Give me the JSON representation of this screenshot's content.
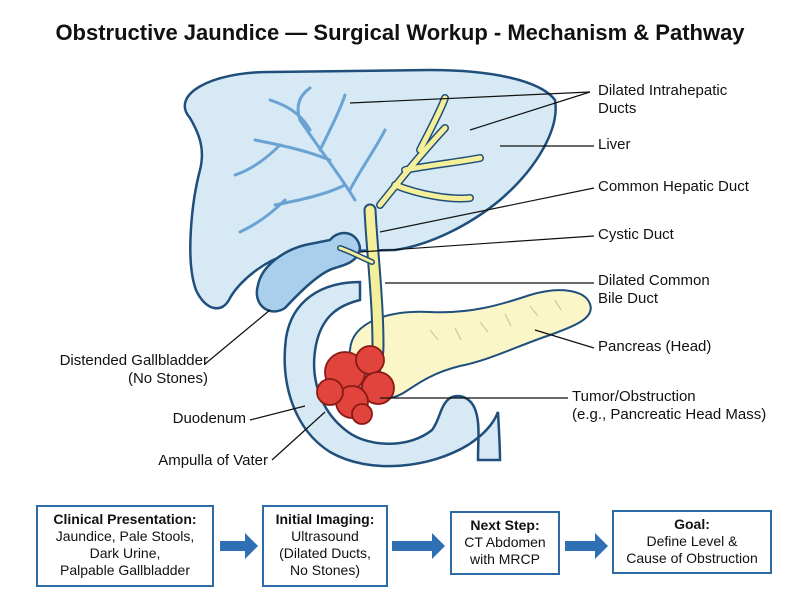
{
  "title": "Obstructive Jaundice — Surgical Workup - Mechanism & Pathway",
  "labels": {
    "intrahepatic": "Dilated Intrahepatic\nDucts",
    "liver": "Liver",
    "common_hepatic": "Common Hepatic Duct",
    "cystic": "Cystic Duct",
    "cbd": "Dilated Common\nBile Duct",
    "pancreas": "Pancreas (Head)",
    "tumor": "Tumor/Obstruction\n(e.g., Pancreatic Head Mass)",
    "gallbladder": "Distended Gallbladder\n(No Stones)",
    "duodenum": "Duodenum",
    "ampulla": "Ampulla of Vater"
  },
  "flow": [
    {
      "head": "Clinical Presentation:",
      "body": "Jaundice, Pale Stools,\nDark Urine,\nPalpable Gallbladder"
    },
    {
      "head": "Initial Imaging:",
      "body": "Ultrasound\n(Dilated Ducts,\nNo Stones)"
    },
    {
      "head": "Next Step:",
      "body": "CT Abdomen\nwith MRCP"
    },
    {
      "head": "Goal:",
      "body": "Define Level &\nCause of Obstruction"
    }
  ],
  "colors": {
    "liver_fill": "#d6e9f5",
    "outline": "#1f4f7a",
    "duct_blue": "#6aa3d3",
    "duct_yellow": "#f6ef9a",
    "pancreas_fill": "#fbf6c8",
    "tumor_fill": "#e0443c",
    "flow_border": "#2b6ca8",
    "arrow": "#2f6fb3"
  }
}
